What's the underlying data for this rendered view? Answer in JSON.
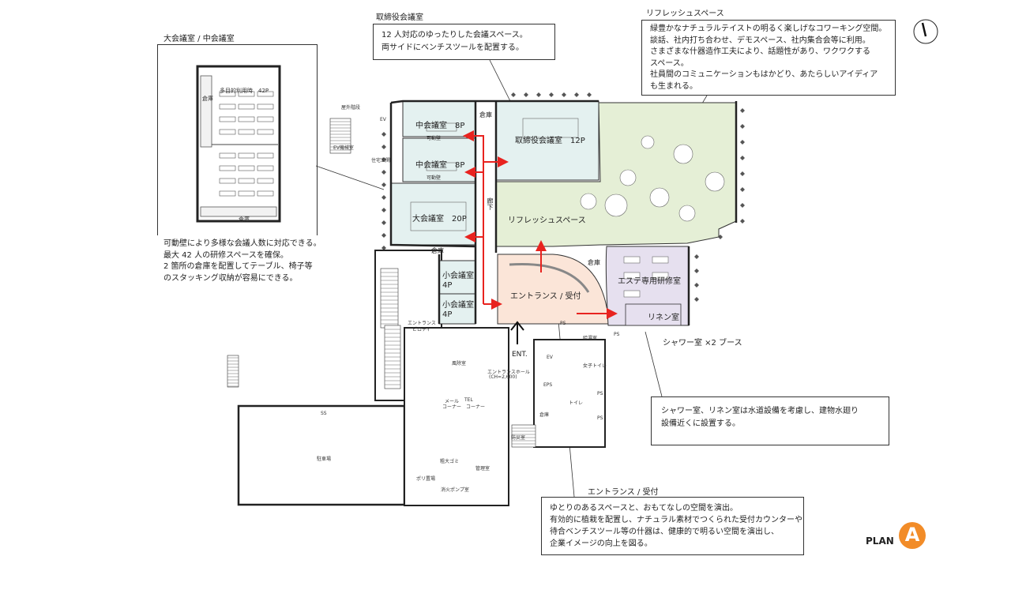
{
  "compass": {
    "icon": "north-arrow-icon"
  },
  "inset": {
    "title": "大会議室 / 中会議室",
    "label_use": "多目的利用時　42P",
    "label_storage_left": "倉庫",
    "label_storage_bottom": "倉庫"
  },
  "notes": {
    "inset": [
      "可動壁により多様な会議人数に対応できる。",
      "最大 42 人の研修スペースを確保。",
      "2 箇所の倉庫を配置してテーブル、椅子等",
      "のスタッキング収納が容易にできる。"
    ],
    "board_title": "取締役会議室",
    "board": [
      "12 人対応のゆったりした会議スペース。",
      "両サイドにベンチスツールを配置する。"
    ],
    "refresh_title": "リフレッシュスペース",
    "refresh": [
      "緑豊かなナチュラルテイストの明るく楽しげなコワーキング空間。",
      "談話、社内打ち合わせ、デモスペース、社内集合会等に利用。",
      "さまざまな什器造作工夫により、話題性があり、ワクワクする",
      "スペース。",
      "社員間のコミュニケーションもはかどり、あたらしいアイディア",
      "も生まれる。"
    ],
    "shower_label": "シャワー室 ×2 ブース",
    "shower": [
      "シャワー室、リネン室は水道設備を考慮し、建物水廻り",
      "設備近くに設置する。"
    ],
    "entrance_title": "エントランス / 受付",
    "entrance": [
      "ゆとりのあるスペースと、おもてなしの空間を演出。",
      "有効的に植栽を配置し、ナチュラル素材でつくられた受付カウンターや",
      "待合ベンチスツール等の什器は、健康的で明るい空間を演出し、",
      "企業イメージの向上を図る。"
    ]
  },
  "rooms": {
    "mid1": "中会議室　8P",
    "mid2": "中会議室　8P",
    "movable1": "可動壁",
    "movable2": "可動壁",
    "large": "大会議室　20P",
    "board": "取締役会議室　12P",
    "storage_top": "倉庫",
    "storage_mid": "倉庫",
    "storage_ent": "倉庫",
    "corridor": "廊下",
    "refresh": "リフレッシュスペース",
    "small1a": "小会議室",
    "small1b": "4P",
    "small2a": "小会議室",
    "small2b": "4P",
    "entrance": "エントランス / 受付",
    "esthe": "エステ専用研修室",
    "linen": "リネン室",
    "ent": "ENT.",
    "ps1": "PS",
    "ps2": "PS"
  },
  "small_labels": {
    "ev_machine": "EV機械室",
    "ev": "EV",
    "ev2": "EV",
    "outdoor": "屋外階段",
    "house_entry": "住宅玄関",
    "pilotis1": "エントランス",
    "pilotis2": "ピロティ",
    "windbreak": "風除室",
    "hall1": "エントランスホール",
    "hall2": "(CH=2,600)",
    "mail": "メール",
    "tel": "TEL",
    "corner": "コーナー　コーナー",
    "parking": "駐車場",
    "ss": "SS",
    "bulky": "粗大ゴミ",
    "poly": "ポリ置場",
    "pump": "消火ポンプ室",
    "manage": "管理室",
    "eps": "EPS",
    "female_wc": "女子トイレ",
    "wc": "トイレ",
    "disaster": "防災室",
    "storage_small": "倉庫",
    "ps3": "PS",
    "ps4": "PS",
    "water": "給湯室"
  },
  "plan": {
    "text": "PLAN",
    "letter": "A",
    "color": "#f28c28"
  },
  "colors": {
    "blue": "#e4f1f0",
    "green": "#e5efd6",
    "peach": "#fbe5d8",
    "lilac": "#e6e0ef",
    "arrow": "#e8231f"
  }
}
